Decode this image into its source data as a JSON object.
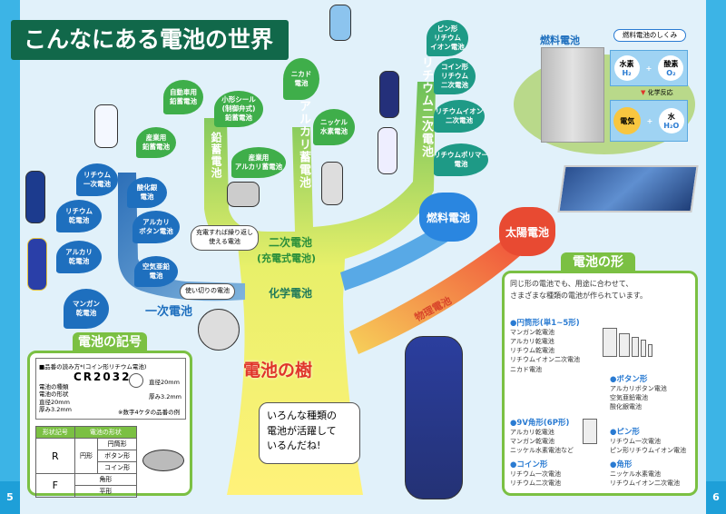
{
  "title": "こんなにある電池の世界",
  "page_numbers": {
    "left": "5",
    "right": "6"
  },
  "primary": {
    "label": "一次電池",
    "note": "使い切りの電池",
    "leaves": [
      "リチウム\n一次電池",
      "酸化銀\n電池",
      "リチウム\n乾電池",
      "アルカリ\nボタン電池",
      "アルカリ\n乾電池",
      "空気亜鉛\n電池",
      "マンガン\n乾電池"
    ]
  },
  "secondary": {
    "label": "二次電池",
    "sublabel": "(充電式電池)",
    "note": "充電すれば繰り返し\n使える電池",
    "lead": {
      "label": "鉛蓄電池",
      "leaves": [
        "自動車用\n鉛蓄電池",
        "小形シール\n(制御弁式)\n鉛蓄電池",
        "産業用\n鉛蓄電池"
      ]
    },
    "alkaline": {
      "label": "アルカリ蓄電池",
      "leaves": [
        "ニカド\n電池",
        "ニッケル\n水素電池",
        "産業用\nアルカリ蓄電池"
      ]
    },
    "lithium": {
      "label": "リチウム二次電池",
      "leaves": [
        "ピン形\nリチウム\nイオン電池",
        "コイン形\nリチウム\n二次電池",
        "リチウムイオン\n二次電池",
        "リチウムポリマー\n電池"
      ]
    }
  },
  "chemical_label": "化学電池",
  "physical_label": "物理電池",
  "fuel_cell_label": "燃料電池",
  "solar_label": "太陽電池",
  "tree_label": "電池の樹",
  "speech": "いろんな種類の\n電池が活躍して\nいるんだね!",
  "fuel_panel": {
    "title": "燃料電池",
    "mechanism": "燃料電池のしくみ",
    "hydrogen": "水素",
    "h2": "H₂",
    "oxygen": "酸素",
    "o2": "O₂",
    "reaction": "化学反応",
    "electricity": "電気",
    "water": "水",
    "h2o": "H₂O"
  },
  "symbols": {
    "tab": "電池の記号",
    "heading": "■品番の読み方*(コイン形リチウム電池)",
    "code": "CR2032",
    "parts": [
      "電池の種類",
      "電池の形状",
      "直径20mm",
      "厚み3.2mm"
    ],
    "diameter": "直径20mm",
    "thickness": "厚み3.2mm",
    "footnote": "※数字4ケタの品番の例",
    "table": {
      "headers": [
        "形状記号",
        "電池の形状"
      ],
      "r": "R",
      "round": "円形",
      "cyl": "円筒形",
      "button": "ボタン形",
      "coin": "コイン形",
      "f": "F",
      "square": "角形",
      "flat": "平形"
    }
  },
  "shapes": {
    "tab": "電池の形",
    "intro": "同じ形の電池でも、用途に合わせて、\nさまざまな種類の電池が作られています。",
    "groups": [
      {
        "name": "●円筒形(単1~5形)",
        "items": "マンガン乾電池\nアルカリ乾電池\nリチウム乾電池\nリチウムイオン二次電池\nニカド電池"
      },
      {
        "name": "●ボタン形",
        "items": "アルカリボタン電池\n空気亜鉛電池\n酸化銀電池"
      },
      {
        "name": "●9V角形(6P形)",
        "items": "アルカリ乾電池\nマンガン乾電池\nニッケル水素電池など"
      },
      {
        "name": "●ピン形",
        "items": "リチウム一次電池\nピン形リチウムイオン電池"
      },
      {
        "name": "●コイン形",
        "items": "リチウム一次電池\nリチウム二次電池"
      },
      {
        "name": "●角形",
        "items": "ニッケル水素電池\nリチウムイオン二次電池"
      }
    ]
  }
}
